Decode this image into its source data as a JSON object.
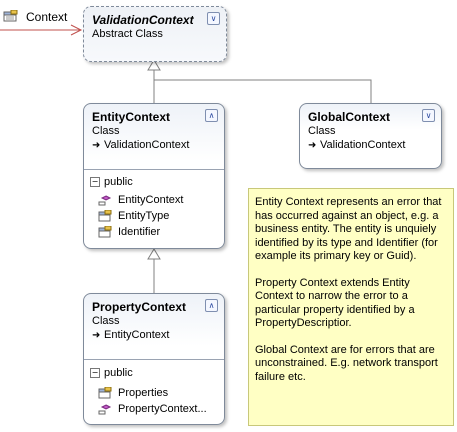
{
  "association": {
    "label": "Context"
  },
  "classes": {
    "validation_context": {
      "name": "ValidationContext",
      "stereotype": "Abstract Class"
    },
    "entity_context": {
      "name": "EntityContext",
      "stereotype": "Class",
      "base": "ValidationContext",
      "section": "public",
      "members": [
        "EntityContext",
        "EntityType",
        "Identifier"
      ]
    },
    "global_context": {
      "name": "GlobalContext",
      "stereotype": "Class",
      "base": "ValidationContext"
    },
    "property_context": {
      "name": "PropertyContext",
      "stereotype": "Class",
      "base": "EntityContext",
      "section": "public",
      "members": [
        "Properties",
        "PropertyContext..."
      ]
    }
  },
  "note": {
    "paragraphs": [
      "Entity Context represents an error that has occurred against an object, e.g. a business entity. The entity is unquiely identified by its type and Identifier (for example its primary key or Guid).",
      "Property Context extends Entity Context to narrow the error to a particular property identified by a PropertyDescriptior.",
      "Global Context are for errors that are unconstrained. E.g. network transport failure etc."
    ]
  },
  "colors": {
    "note_bg": "#ffffc4",
    "association_line": "#c0504d",
    "inheritance_line": "#808080"
  },
  "icons": {
    "collapse": "double-chevron-icon",
    "member_constructor": "method-icon",
    "member_property": "property-icon",
    "association_marker": "property-icon"
  }
}
